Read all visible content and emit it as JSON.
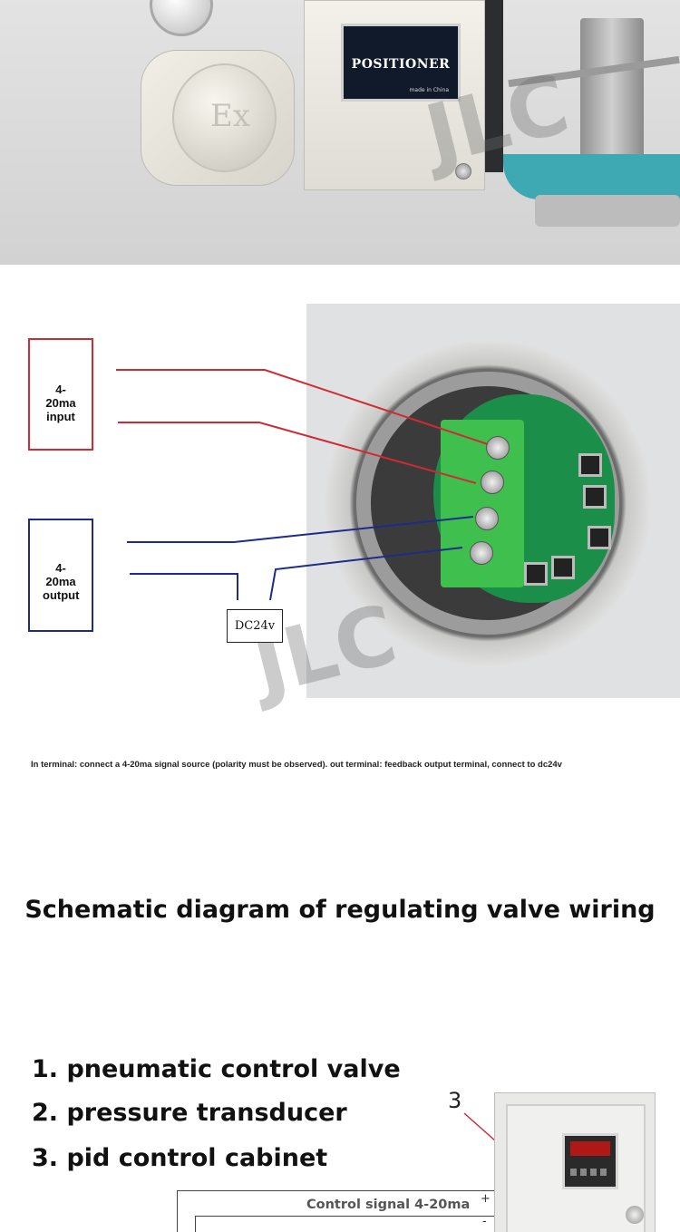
{
  "positioner_photo": {
    "plate_title": "POSITIONER",
    "plate_subtitle": "made in China",
    "housing_mark": "Ex",
    "watermark": "JLC"
  },
  "wiring": {
    "input_box_label": "4-20ma input",
    "output_box_label": "4-20ma output",
    "power_label": "DC24v",
    "watermark": "JLC",
    "colors": {
      "input_wire": "#d02a35",
      "output_wire": "#1d2b8a"
    }
  },
  "caption": "In terminal: connect a 4-20ma signal source (polarity must be observed). out terminal: feedback output terminal, connect to dc24v",
  "schematic": {
    "title": "Schematic diagram of regulating valve wiring",
    "items": [
      "1. pneumatic control valve",
      "2. pressure transducer",
      "3. pid control cabinet"
    ],
    "callout_number": "3",
    "signal_label": "Control signal 4-20ma",
    "plus_sign": "+",
    "minus_sign": "-"
  }
}
